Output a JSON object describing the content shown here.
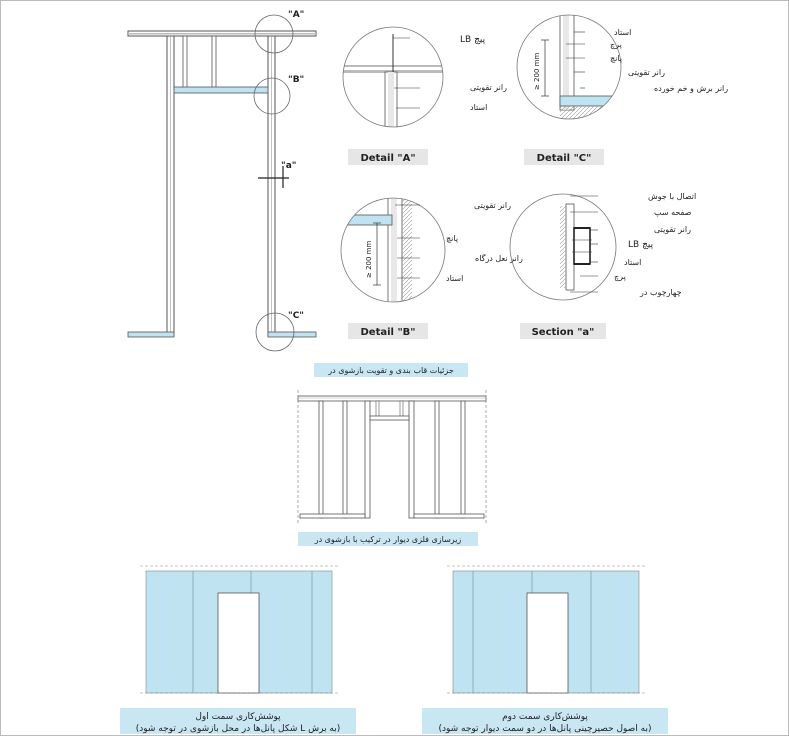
{
  "callouts": {
    "A": "\"A\"",
    "B": "\"B\"",
    "a": "\"a\"",
    "C": "\"C\""
  },
  "details": {
    "A": {
      "title": "Detail \"A\"",
      "labels": [
        "پیچ LB",
        "رانر تقویتی",
        "استاد"
      ]
    },
    "C": {
      "title": "Detail \"C\"",
      "dimension": "≥ 200 mm",
      "labels": [
        "استاد",
        "پرچ",
        "پانچ",
        "رانر تقویتی",
        "رانر برش و خم خورده"
      ]
    },
    "B": {
      "title": "Detail \"B\"",
      "dimension": "≥ 200 mm",
      "labels": [
        "رانر تقویتی",
        "پانچ",
        "رانر نعل درگاه",
        "استاد"
      ]
    },
    "a": {
      "title": "Section \"a\"",
      "labels": [
        "اتصال با جوش",
        "صفحه سپ",
        "رانر تقویتی",
        "پیچ LB",
        "استاد",
        "پرچ",
        "چهارچوب در"
      ]
    }
  },
  "captions": {
    "framing": "جزئیات قاب بندی و تقویت بازشوی در",
    "substructure": "زیرسازی فلزی دیوار در ترکیب با بازشوی در",
    "side1": {
      "line1": "پوشش‌کاری سمت اول",
      "line2": "(به برش L شکل پانل‌ها در محل بازشوی در توجه شود)"
    },
    "side2": {
      "line1": "پوشش‌کاری سمت دوم",
      "line2": "(به اصول حصیرچینی پانل‌ها در دو سمت دیوار توجه شود)"
    }
  },
  "colors": {
    "panel": "#bfe3f1",
    "caption_bg": "#c9e6f3",
    "metal": "#555555"
  }
}
